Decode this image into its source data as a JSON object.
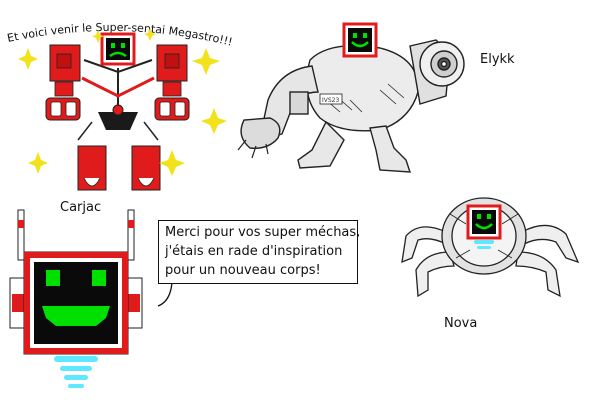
{
  "banner": "Et voici venir le Super-sentai Megastro!!!",
  "characters": {
    "carjac": "Carjac",
    "elykk": "Elykk",
    "nova": "Nova",
    "robot_id": "IVS23"
  },
  "speech": {
    "lines": [
      "Merci pour vos super méchas,",
      "j'étais en rade d'inspiration",
      "pour un nouveau corps!"
    ]
  },
  "colors": {
    "robot_red": "#e01b1b",
    "screen_black": "#0a0a0a",
    "face_green": "#00e000",
    "sparkle_yellow": "#f2e21a",
    "hover_cyan": "#5fe8ff"
  }
}
